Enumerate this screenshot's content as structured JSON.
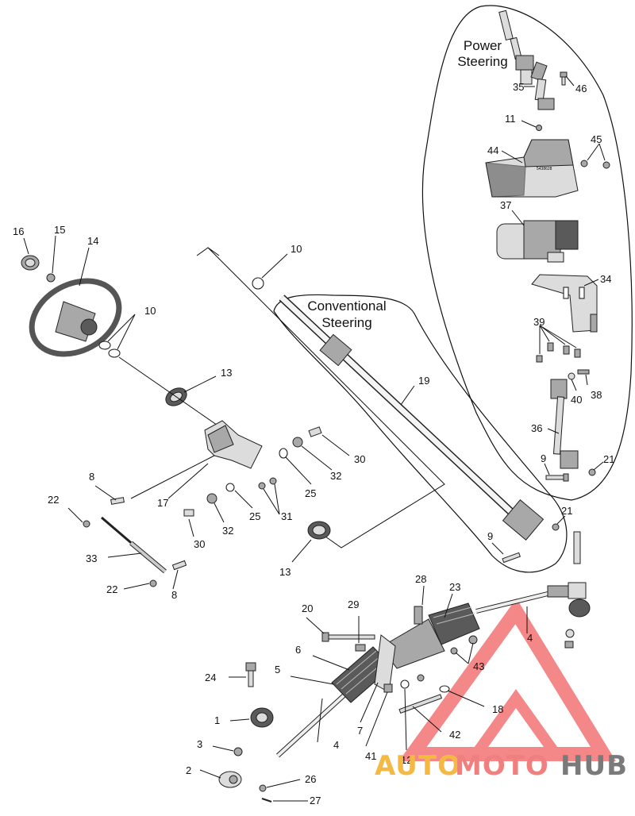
{
  "sections": {
    "power_steering": [
      "Power",
      "Steering"
    ],
    "conventional_steering": [
      "Conventional",
      "Steering"
    ]
  },
  "callouts": {
    "c1": "1",
    "c2": "2",
    "c3": "3",
    "c4a": "4",
    "c4b": "4",
    "c5": "5",
    "c6": "6",
    "c7": "7",
    "c8a": "8",
    "c8b": "8",
    "c9a": "9",
    "c9b": "9",
    "c10a": "10",
    "c10b": "10",
    "c11": "11",
    "c12": "12",
    "c13a": "13",
    "c13b": "13",
    "c14": "14",
    "c15": "15",
    "c16": "16",
    "c17": "17",
    "c18": "18",
    "c19": "19",
    "c20": "20",
    "c21a": "21",
    "c21b": "21",
    "c22a": "22",
    "c22b": "22",
    "c23": "23",
    "c24": "24",
    "c25a": "25",
    "c25b": "25",
    "c26": "26",
    "c27": "27",
    "c28": "28",
    "c29": "29",
    "c30a": "30",
    "c30b": "30",
    "c31": "31",
    "c32a": "32",
    "c32b": "32",
    "c33": "33",
    "c34": "34",
    "c35": "35",
    "c36": "36",
    "c37": "37",
    "c38": "38",
    "c39": "39",
    "c40": "40",
    "c41": "41",
    "c42": "42",
    "c43": "43",
    "c44": "44",
    "c45": "45",
    "c46": "46"
  },
  "module_label": "5438628",
  "watermark": {
    "part1": "AUTO",
    "part2": "MOTO",
    "part3": "HUB",
    "colors": {
      "auto": "#f4b942",
      "moto": "#f08080",
      "hub": "#7a7a7a",
      "triangle": "#f26b6b"
    }
  }
}
